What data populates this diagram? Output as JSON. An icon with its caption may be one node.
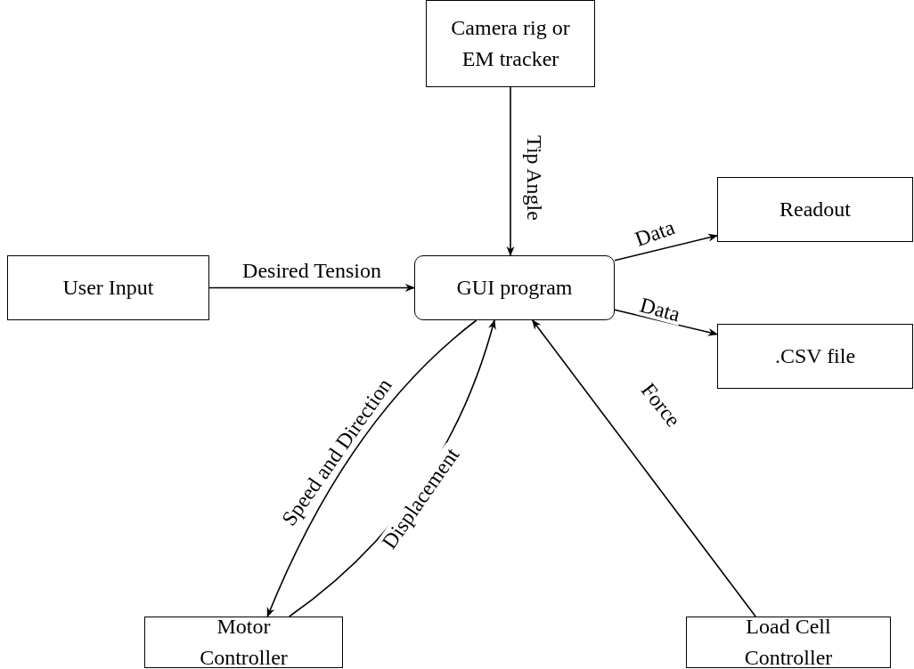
{
  "diagram": {
    "nodes": [
      {
        "text": [
          "Camera rig or EM tracker"
        ]
      },
      {
        "text": [
          "User Input"
        ]
      },
      {
        "text": [
          "GUI program"
        ]
      },
      {
        "text": [
          "Readout"
        ]
      },
      {
        "text": [
          ".CSV file"
        ]
      },
      {
        "text": [
          "Motor Controller"
        ]
      },
      {
        "text": [
          "Load Cell Controller"
        ]
      }
    ],
    "edges": [
      {
        "from": 0,
        "to": 2,
        "arrow": "to",
        "label": "Tip Angle"
      },
      {
        "from": 1,
        "to": 2,
        "arrow": "to",
        "label": "Desired Tension"
      },
      {
        "from": 2,
        "to": 3,
        "arrow": "to",
        "label": "Data"
      },
      {
        "from": 2,
        "to": 4,
        "arrow": "to",
        "label": "Data"
      },
      {
        "from": 2,
        "to": 5,
        "arrow": "to",
        "label": "Speed and Direction"
      },
      {
        "from": 5,
        "to": 2,
        "arrow": "to",
        "label": "Displacement"
      },
      {
        "from": 6,
        "to": 2,
        "arrow": "to",
        "label": "Force"
      }
    ]
  }
}
